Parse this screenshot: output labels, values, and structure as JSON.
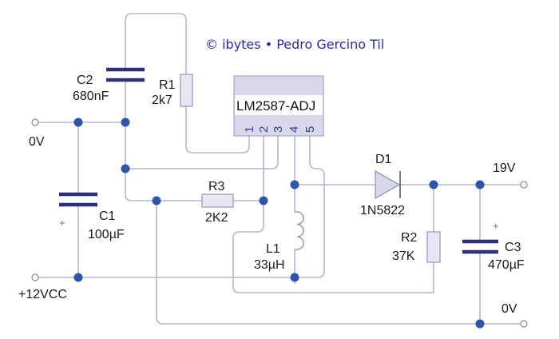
{
  "copyright": "© ibytes • Pedro Gercino Til",
  "ic": {
    "name": "LM2587-ADJ",
    "pins": [
      "1",
      "2",
      "3",
      "4",
      "5"
    ]
  },
  "components": {
    "C1": {
      "ref": "C1",
      "value": "100µF",
      "polarity": "+"
    },
    "C2": {
      "ref": "C2",
      "value": "680nF"
    },
    "C3": {
      "ref": "C3",
      "value": "470µF",
      "polarity": "+"
    },
    "R1": {
      "ref": "R1",
      "value": "2k7"
    },
    "R2": {
      "ref": "R2",
      "value": "37K"
    },
    "R3": {
      "ref": "R3",
      "value": "2K2"
    },
    "L1": {
      "ref": "L1",
      "value": "33µH"
    },
    "D1": {
      "ref": "D1",
      "value": "1N5822"
    }
  },
  "terminals": {
    "in_ground": "0V",
    "in_supply": "+12VCC",
    "out_voltage": "19V",
    "out_ground": "0V"
  },
  "colors": {
    "wire": "#b4b6d6",
    "capacitor_plate": "#2e2f7a",
    "junction": "#2f55a8",
    "copyright_text": "#2a2aa8"
  }
}
